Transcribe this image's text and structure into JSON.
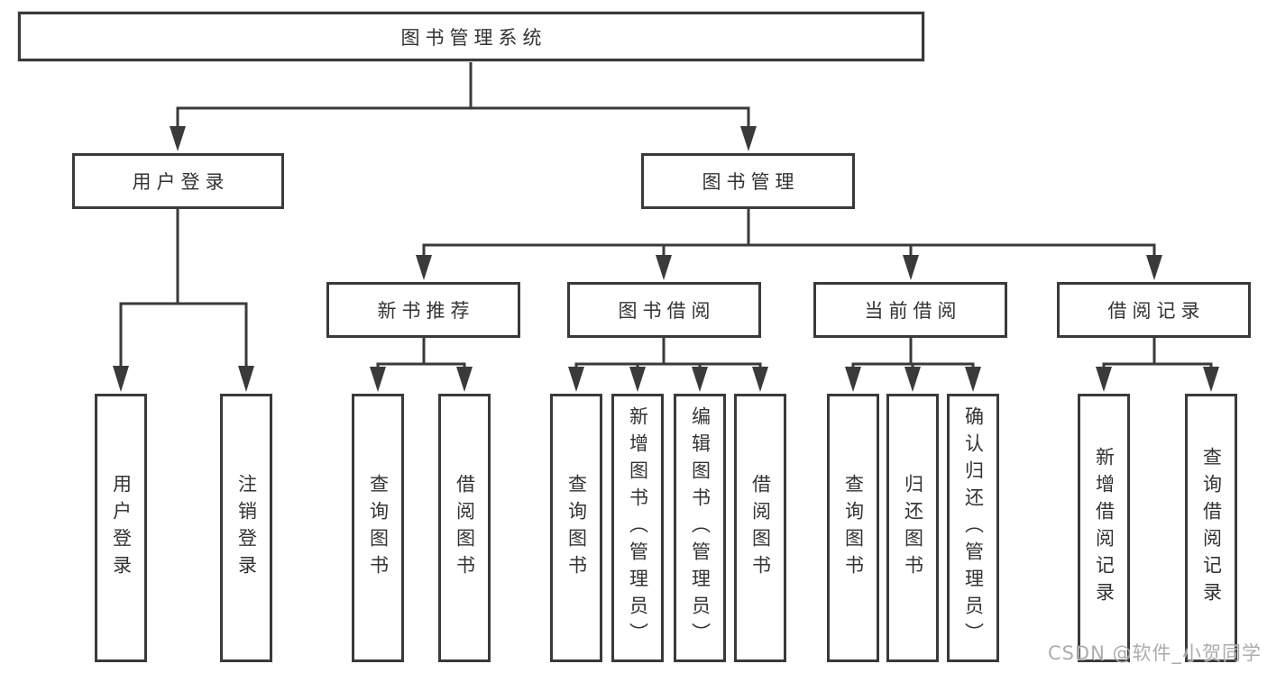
{
  "diagram": {
    "root": {
      "label": "图书管理系统"
    },
    "level2": [
      {
        "label": "用户登录"
      },
      {
        "label": "图书管理"
      }
    ],
    "level3": [
      {
        "label": "新书推荐"
      },
      {
        "label": "图书借阅"
      },
      {
        "label": "当前借阅"
      },
      {
        "label": "借阅记录"
      }
    ],
    "leaves": {
      "user_login": [
        {
          "label": "用户登录"
        },
        {
          "label": "注销登录"
        }
      ],
      "new_book_recommend": [
        {
          "label": "查询图书"
        },
        {
          "label": "借阅图书"
        }
      ],
      "book_borrowing": [
        {
          "label": "查询图书"
        },
        {
          "label": "新增图书（管理员）"
        },
        {
          "label": "编辑图书（管理员）"
        },
        {
          "label": "借阅图书"
        }
      ],
      "current_borrowing": [
        {
          "label": "查询图书"
        },
        {
          "label": "归还图书"
        },
        {
          "label": "确认归还（管理员）"
        }
      ],
      "borrowing_records": [
        {
          "label": "新增借阅记录"
        },
        {
          "label": "查询借阅记录"
        }
      ]
    }
  },
  "watermark": {
    "text": "CSDN @软件_小贺同学"
  },
  "colors": {
    "line": "#3a3a3a",
    "text": "#333333",
    "watermark": "#9e9e9e",
    "background": "#ffffff"
  }
}
